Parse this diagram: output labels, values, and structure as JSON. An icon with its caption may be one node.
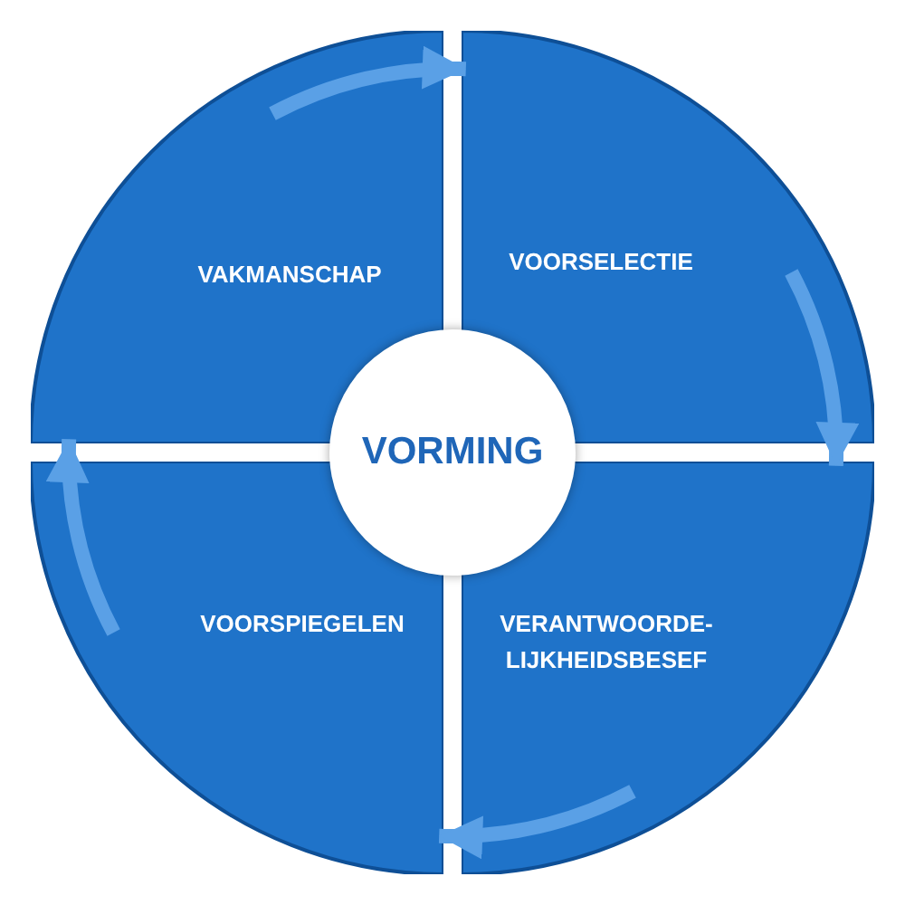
{
  "diagram": {
    "nodes": [
      {
        "text": [
          "VAKMANSCHAP"
        ]
      },
      {
        "text": [
          "VOORSELECTIE"
        ]
      },
      {
        "text": [
          "VORMING"
        ]
      },
      {
        "text": [
          "VOORSPIEGELEN"
        ]
      },
      {
        "text": [
          "VERANTWOORDE-LIJKHEIDSBESEF"
        ]
      }
    ],
    "edges": [
      {
        "from": 0,
        "to": 1,
        "arrow": "to"
      },
      {
        "from": 1,
        "to": 4,
        "arrow": "to"
      },
      {
        "from": 4,
        "to": 3,
        "arrow": "to"
      },
      {
        "from": 3,
        "to": 0,
        "arrow": "to"
      }
    ]
  }
}
